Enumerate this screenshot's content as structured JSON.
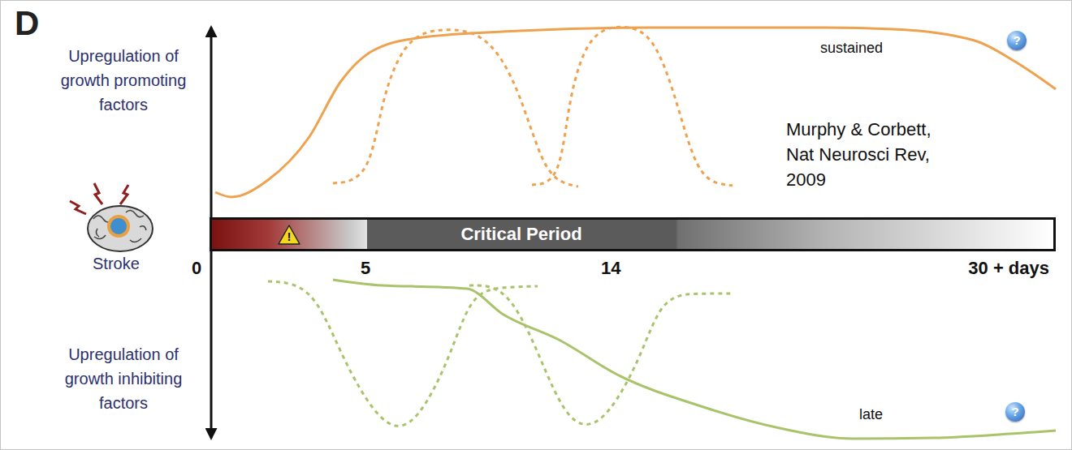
{
  "diagram": {
    "nodes": [
      {
        "text": [
          "?"
        ]
      },
      {
        "text": [
          "Critical Period"
        ]
      },
      {
        "text": [
          "!"
        ],
        "in": 1
      },
      {
        "text": [
          "?"
        ]
      }
    ],
    "labels": [
      "D",
      "Upregulation of growth promoting factors",
      "sustained",
      "Murphy & Corbett, Nat Neurosci Rev, 2009",
      "Stroke",
      "0",
      "5",
      "14",
      "30 + days",
      "Upregulation of growth inhibiting factors",
      "late"
    ]
  }
}
